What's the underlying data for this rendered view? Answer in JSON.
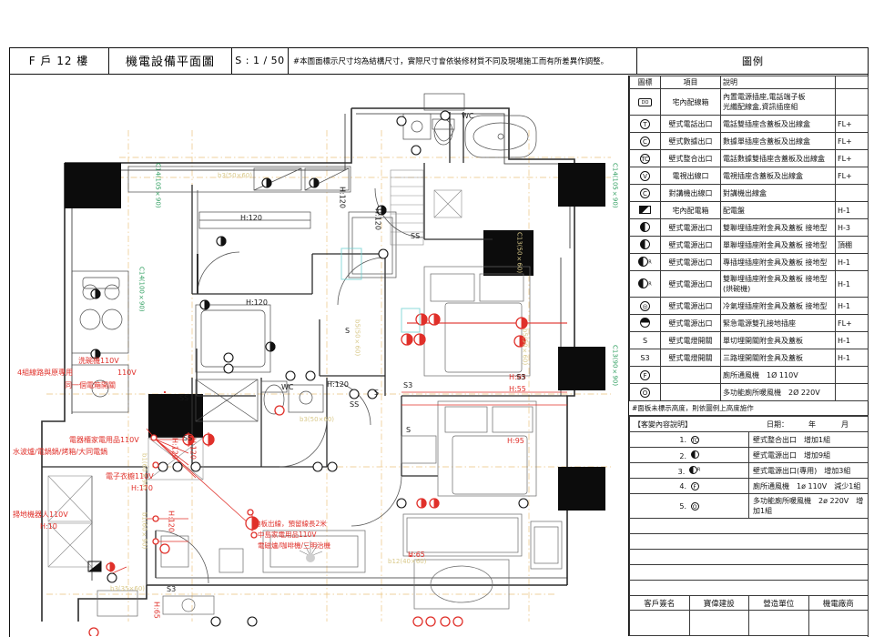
{
  "titlebar": {
    "unit": "F 戶 12 樓",
    "drawing_title": "機電設備平面圖",
    "scale": "S : 1 / 50",
    "note": "#本圖面標示尺寸均為結構尺寸，實際尺寸會依裝修材質不同及現場施工而有所差異作調整。",
    "legend_header": "圖例"
  },
  "legend": {
    "columns": {
      "symbol": "圖標",
      "item": "項目",
      "description": "說明",
      "height": ""
    },
    "rows": [
      {
        "symbol": "box",
        "symbol_text": "DO",
        "item": "宅內配線箱",
        "description": "內置電源插座,電話端子板\n光纖配線盒,資訊插座組",
        "height": "",
        "tall": true
      },
      {
        "symbol": "circle",
        "symbol_text": "T",
        "item": "壁式電話出口",
        "description": "電話雙插座含蓋板及出線盒",
        "height": "FL+"
      },
      {
        "symbol": "circle",
        "symbol_text": "C",
        "item": "壁式數據出口",
        "description": "數據單插座含蓋板及出線盒",
        "height": "FL+"
      },
      {
        "symbol": "circle",
        "symbol_text": "TC",
        "item": "壁式整合出口",
        "description": "電話數據雙插座含蓋板及出線盒",
        "height": "FL+"
      },
      {
        "symbol": "circle",
        "symbol_text": "V",
        "item": "電視出線口",
        "description": "電視插座含蓋板及出線盒",
        "height": "FL+"
      },
      {
        "symbol": "circle",
        "symbol_text": "C",
        "item": "對講機出線口",
        "description": "對講機出線盒",
        "height": ""
      },
      {
        "symbol": "halfdark",
        "symbol_text": "",
        "item": "宅內配電箱",
        "description": "配電盤",
        "height": "H-1"
      },
      {
        "symbol": "half",
        "symbol_text": "",
        "item": "壁式電源出口",
        "description": "雙聯埋插座附金具及蓋板 接地型",
        "height": "H-3"
      },
      {
        "symbol": "half",
        "symbol_text": "",
        "item": "壁式電源出口",
        "description": "單聯埋插座附金具及蓋板 接地型",
        "height": "頂棚"
      },
      {
        "symbol": "half-sup",
        "symbol_text": "R",
        "item": "壁式電源出口",
        "description": "專插埋插座附金具及蓋板 接地型",
        "height": "H-1"
      },
      {
        "symbol": "half-sub",
        "symbol_text": "R",
        "item": "壁式電源出口",
        "description": "雙聯埋插座附金具及蓋板 接地型\n(烘碗機)",
        "height": "H-1",
        "tall": true
      },
      {
        "symbol": "circle-ac",
        "symbol_text": "",
        "item": "壁式電源出口",
        "description": "冷氣埋插座附金具及蓋板 接地型",
        "height": "H-1"
      },
      {
        "symbol": "filltop",
        "symbol_text": "",
        "item": "壁式電源出口",
        "description": "緊急電源雙孔接地插座",
        "height": "FL+"
      },
      {
        "symbol": "letter",
        "symbol_text": "S",
        "item": "壁式電燈開關",
        "description": "單切埋開關附金具及蓋板",
        "height": "H-1"
      },
      {
        "symbol": "letter",
        "symbol_text": "S3",
        "item": "壁式電燈開關",
        "description": "三路埋開關附金具及蓋板",
        "height": "H-1",
        "faint": true
      },
      {
        "symbol": "circle",
        "symbol_text": "F",
        "item": "",
        "description": "廁所通風機　1Ø 110V",
        "height": "",
        "faint": true
      },
      {
        "symbol": "circle",
        "symbol_text": "O",
        "item": "",
        "description": "多功能廁所暖風機　2Ø 220V",
        "height": "",
        "faint": true
      }
    ]
  },
  "notes": {
    "hash_note": "#面板未標示高度，則依圖例上高度施作",
    "header_title": "【客變內容說明】",
    "header_date_label": "日期：",
    "header_year": "年",
    "header_month": "月",
    "items": [
      {
        "no": "1.",
        "symbol_text": "TC",
        "text": "壁式整合出口　增加1組"
      },
      {
        "no": "2.",
        "symbol_text": "",
        "text": "壁式電源出口　增加9組"
      },
      {
        "no": "3.",
        "symbol_text": "R",
        "text": "壁式電源出口(專用)　增加3組"
      },
      {
        "no": "4.",
        "symbol_text": "F",
        "text": "廁所通風機　1ø 110V　減少1組"
      },
      {
        "no": "5.",
        "symbol_text": "O",
        "text": "多功能廁所暖風機　2ø 220V　增加1組"
      }
    ]
  },
  "footer": {
    "cells": [
      "客戶簽名",
      "寶偉建設",
      "營造單位",
      "機電廠商"
    ]
  },
  "plan": {
    "red_annotations": [
      {
        "id": "dishwasher",
        "lines": [
          "洗碗機110V"
        ]
      },
      {
        "id": "circuit-note",
        "lines": [
          "4組線路與原專用",
          "同一個電箱開關"
        ],
        "inline_symbol": "110V"
      },
      {
        "id": "appliance-cabinet",
        "lines": [
          "電器櫃家電用品110V",
          "水波爐/電鍋鍋/烤箱/大同電鍋"
        ]
      },
      {
        "id": "electronic-wardrobe",
        "lines": [
          "電子衣櫥110V",
          "H:170"
        ]
      },
      {
        "id": "robot-vacuum",
        "lines": [
          "掃地機器人110V",
          "H:10"
        ]
      },
      {
        "id": "island-outlet",
        "lines": [
          "地板出線，預留線長2米",
          "中島家電用品110V",
          "電磁爐/咖啡機/三明治機"
        ]
      }
    ],
    "height_tags": [
      {
        "id": "h120-kitchen-top",
        "text": "H:120"
      },
      {
        "id": "h120-wall-a",
        "text": "H:120"
      },
      {
        "id": "h120-wall-b",
        "text": "H:120"
      },
      {
        "id": "h120-bath",
        "text": "H:120"
      },
      {
        "id": "h120-wc",
        "text": "H:120"
      },
      {
        "id": "h120-lower-a",
        "text": "H:120"
      },
      {
        "id": "h120-lower-b",
        "text": "H:120"
      },
      {
        "id": "h120-lower-c",
        "text": "H:120"
      },
      {
        "id": "h65-bed",
        "text": "H:65"
      },
      {
        "id": "h55-bed",
        "text": "H:55"
      },
      {
        "id": "h95-right",
        "text": "H:95"
      },
      {
        "id": "h65-bottom-left",
        "text": "H:65"
      },
      {
        "id": "h65-bottom-mid",
        "text": "H:65"
      },
      {
        "id": "h170-wardrobe",
        "text": "H:170"
      },
      {
        "id": "h10-robot",
        "text": "H:10"
      }
    ],
    "switch_tags": [
      {
        "id": "ss-top",
        "text": "SS"
      },
      {
        "id": "ss-bath",
        "text": "SS"
      },
      {
        "id": "ss-left",
        "text": "SS"
      },
      {
        "id": "ss-lower",
        "text": "SS"
      },
      {
        "id": "s3-bed-a",
        "text": "S3"
      },
      {
        "id": "s3-bed-b",
        "text": "S3"
      },
      {
        "id": "s3-bottom",
        "text": "S3"
      },
      {
        "id": "s-left",
        "text": "S"
      },
      {
        "id": "s-mid-a",
        "text": "S"
      },
      {
        "id": "s-mid-b",
        "text": "S"
      },
      {
        "id": "s-mid-c",
        "text": "S"
      }
    ],
    "room_labels": [
      {
        "id": "wc-upper",
        "text": "WC"
      },
      {
        "id": "wc-lower",
        "text": "WC"
      }
    ],
    "column_labels": [
      {
        "id": "col-c14-tl",
        "text": "C14(105×90)"
      },
      {
        "id": "col-c14-tr",
        "text": "C14(105×90)"
      },
      {
        "id": "col-c13-r",
        "text": "C13(90×90)"
      }
    ],
    "beam_labels": [
      {
        "id": "beam-b3-top",
        "text": "b3(50×60)"
      },
      {
        "id": "beam-b1-left",
        "text": "C14(100×90)"
      },
      {
        "id": "beam-b-vert-a",
        "text": "b1(60×70)"
      },
      {
        "id": "beam-b-mid",
        "text": "b5(50×60)"
      },
      {
        "id": "beam-b-right",
        "text": "C13(50×60)"
      },
      {
        "id": "beam-b-center",
        "text": "b3(50×60)"
      },
      {
        "id": "beam-b-low",
        "text": "b12(40×60)"
      },
      {
        "id": "beam-b-bottom",
        "text": "b3(35×60)"
      },
      {
        "id": "beam-b-vert-b",
        "text": "b1(60×90)"
      },
      {
        "id": "beam-b-vert-c",
        "text": "b1(60×90)"
      },
      {
        "id": "beam-b-vert-d",
        "text": "b5(50×60)"
      }
    ]
  }
}
